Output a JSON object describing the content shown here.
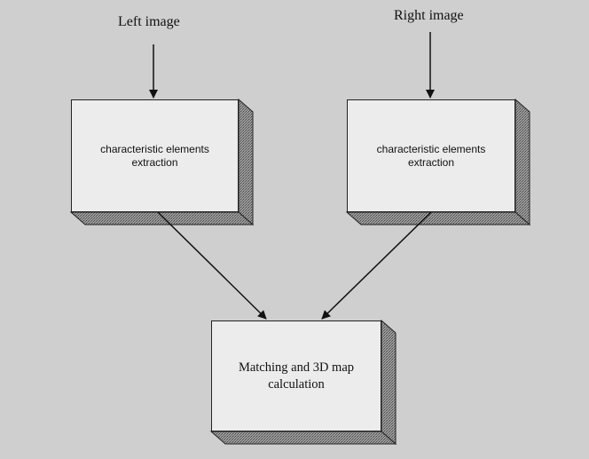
{
  "inputs": {
    "left": "Left image",
    "right": "Right image"
  },
  "boxes": {
    "left_extraction": {
      "line1": "characteristic elements",
      "line2": "extraction"
    },
    "right_extraction": {
      "line1": "characteristic elements",
      "line2": "extraction"
    },
    "matching": {
      "line1": "Matching and 3D map",
      "line2": "calculation"
    }
  },
  "colors": {
    "background": "#cfcfcf",
    "box_face": "#ececec",
    "box_shadow": "#8a8a8a",
    "stroke": "#222222"
  }
}
